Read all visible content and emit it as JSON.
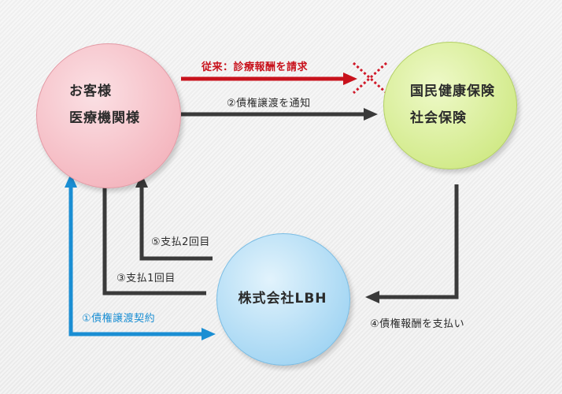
{
  "colors": {
    "customer_fill": "#f3b8c0",
    "insurance_fill": "#d6ee93",
    "lbh_fill": "#a9d9f4",
    "arrow_dark": "#3a3a3a",
    "arrow_red": "#c8121c",
    "arrow_blue": "#1a8ed3",
    "cross": "#d01a2a"
  },
  "nodes": {
    "customer": {
      "line1": "お客様",
      "line2": "医療機関様"
    },
    "insurance": {
      "line1": "国民健康保険",
      "line2": "社会保険"
    },
    "lbh": {
      "label": "株式会社LBH"
    }
  },
  "edges": {
    "conventional_claim": "従来：診療報酬を請求",
    "transfer_notice": "②債権譲渡を通知",
    "payment_second": "⑤支払2回目",
    "payment_first": "③支払1回目",
    "transfer_contract": "①債権譲渡契約",
    "pay_claims": "④債権報酬を支払い"
  }
}
